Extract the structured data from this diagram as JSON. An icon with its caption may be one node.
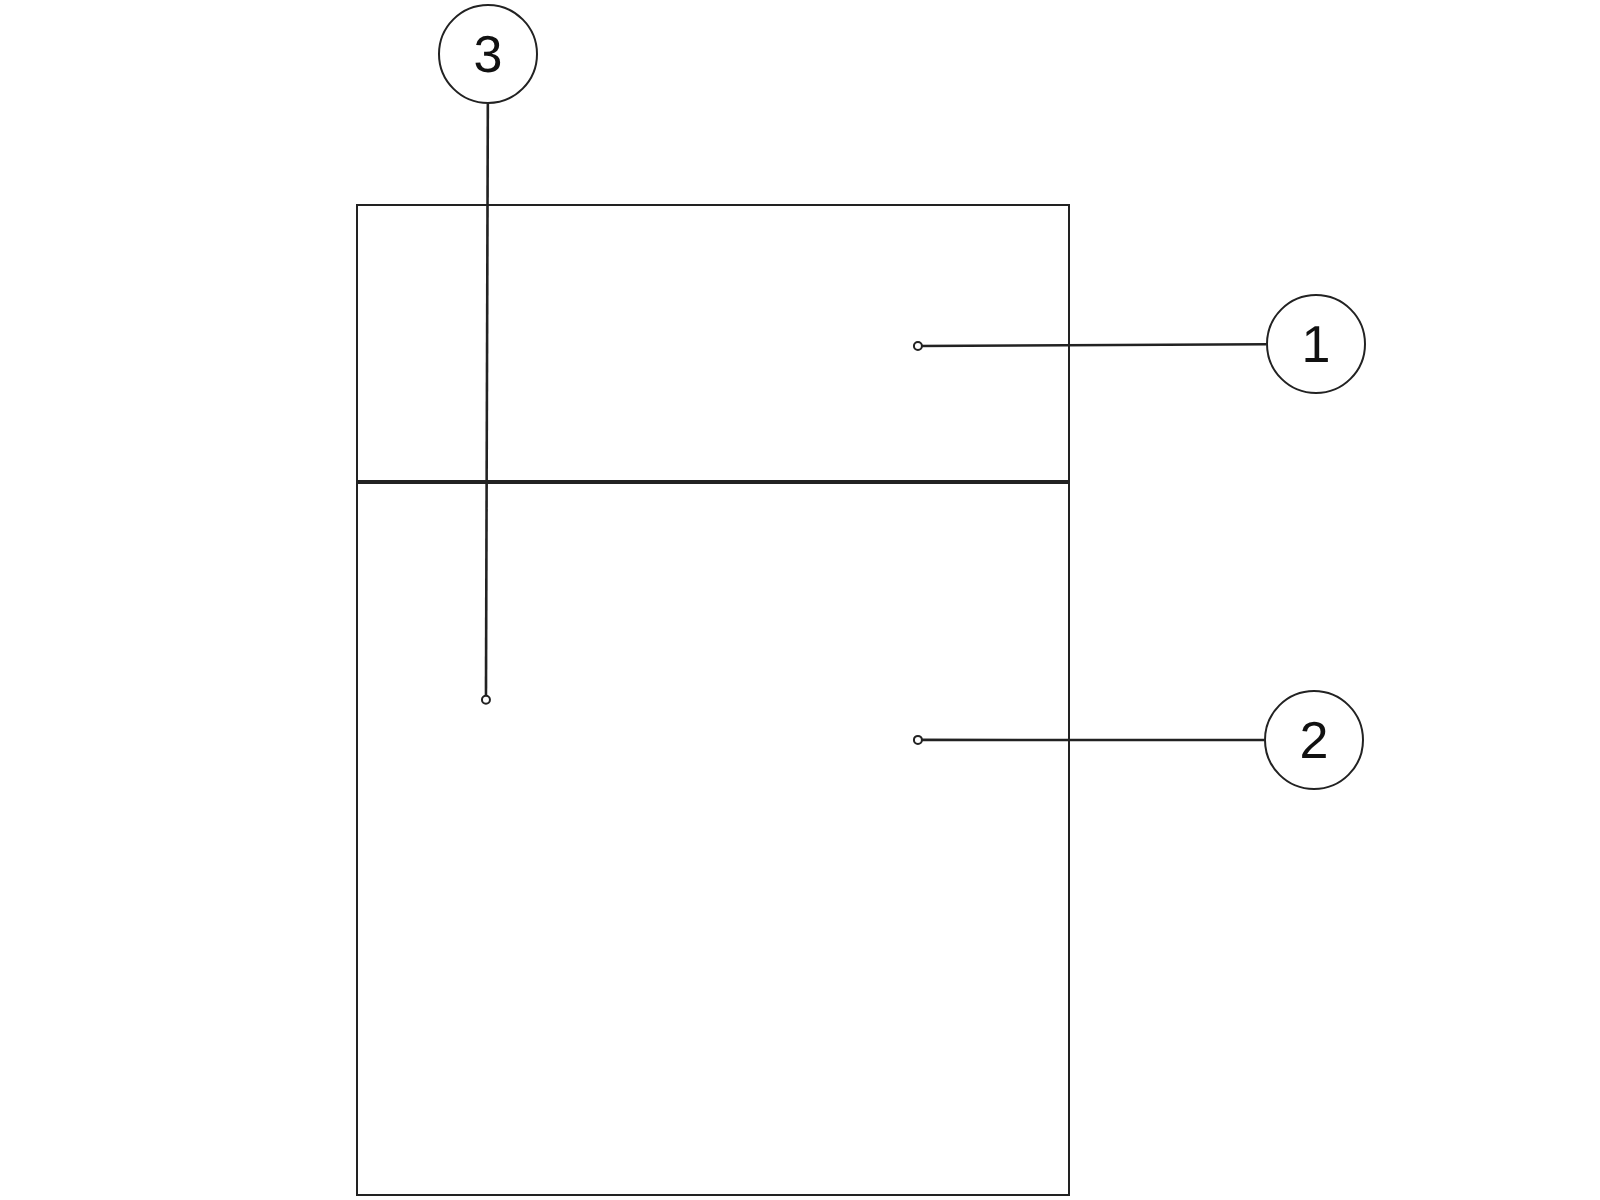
{
  "diagram": {
    "nodes": [
      {
        "text": [
          "3"
        ]
      },
      {
        "text": [
          "1"
        ]
      },
      {
        "text": [
          "2"
        ]
      },
      {
        "text": [],
        "shape": "box"
      },
      {
        "text": [],
        "shape": "box"
      }
    ],
    "edges": [
      {
        "from": 0,
        "to": 4,
        "arrow": "other"
      },
      {
        "from": 1,
        "to": 3,
        "arrow": "other"
      },
      {
        "from": 2,
        "to": 4,
        "arrow": "other"
      }
    ]
  }
}
